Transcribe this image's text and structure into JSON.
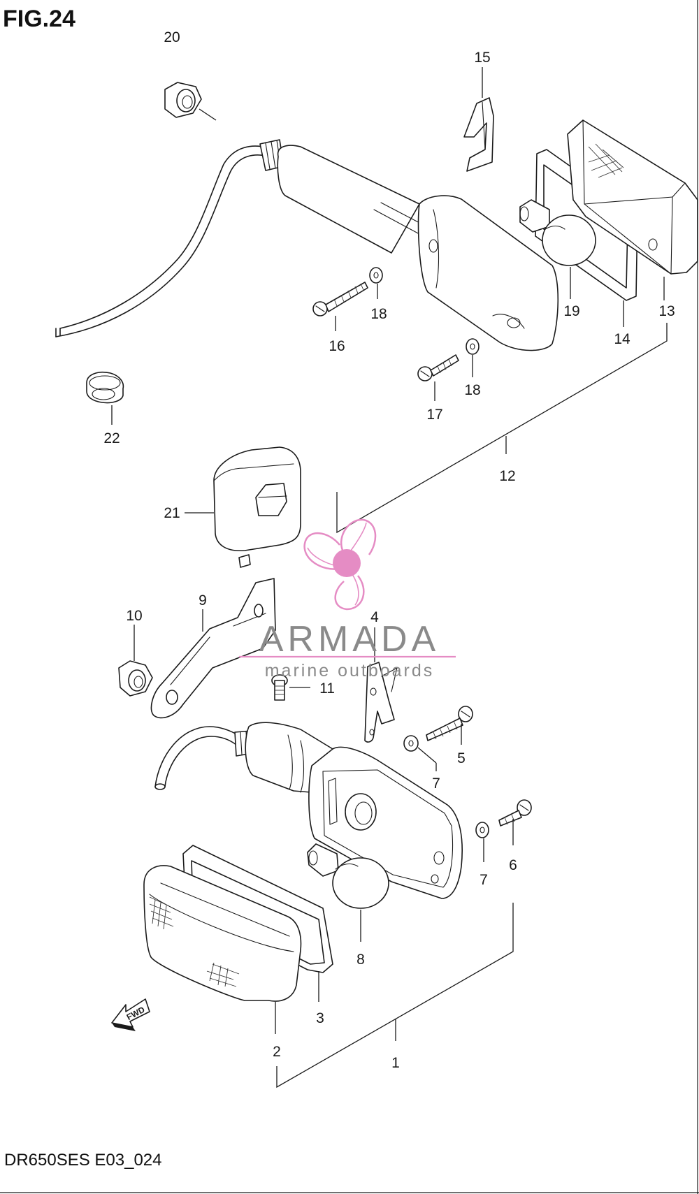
{
  "figure": {
    "title": "FIG.24",
    "footer_code": "DR650SES E03_024"
  },
  "watermark": {
    "brand": "ARMADA",
    "tagline": "marine outboards",
    "accent_color": "#e58cc4",
    "text_color": "#8a8a8a"
  },
  "direction_arrow": {
    "label": "FWD"
  },
  "callouts": {
    "c1": "1",
    "c2": "2",
    "c3": "3",
    "c4": "4",
    "c5": "5",
    "c6": "6",
    "c7a": "7",
    "c7b": "7",
    "c8": "8",
    "c9": "9",
    "c10": "10",
    "c11": "11",
    "c12": "12",
    "c13": "13",
    "c14": "14",
    "c15": "15",
    "c16": "16",
    "c17": "17",
    "c18a": "18",
    "c18b": "18",
    "c19": "19",
    "c20": "20",
    "c21": "21",
    "c22": "22"
  }
}
